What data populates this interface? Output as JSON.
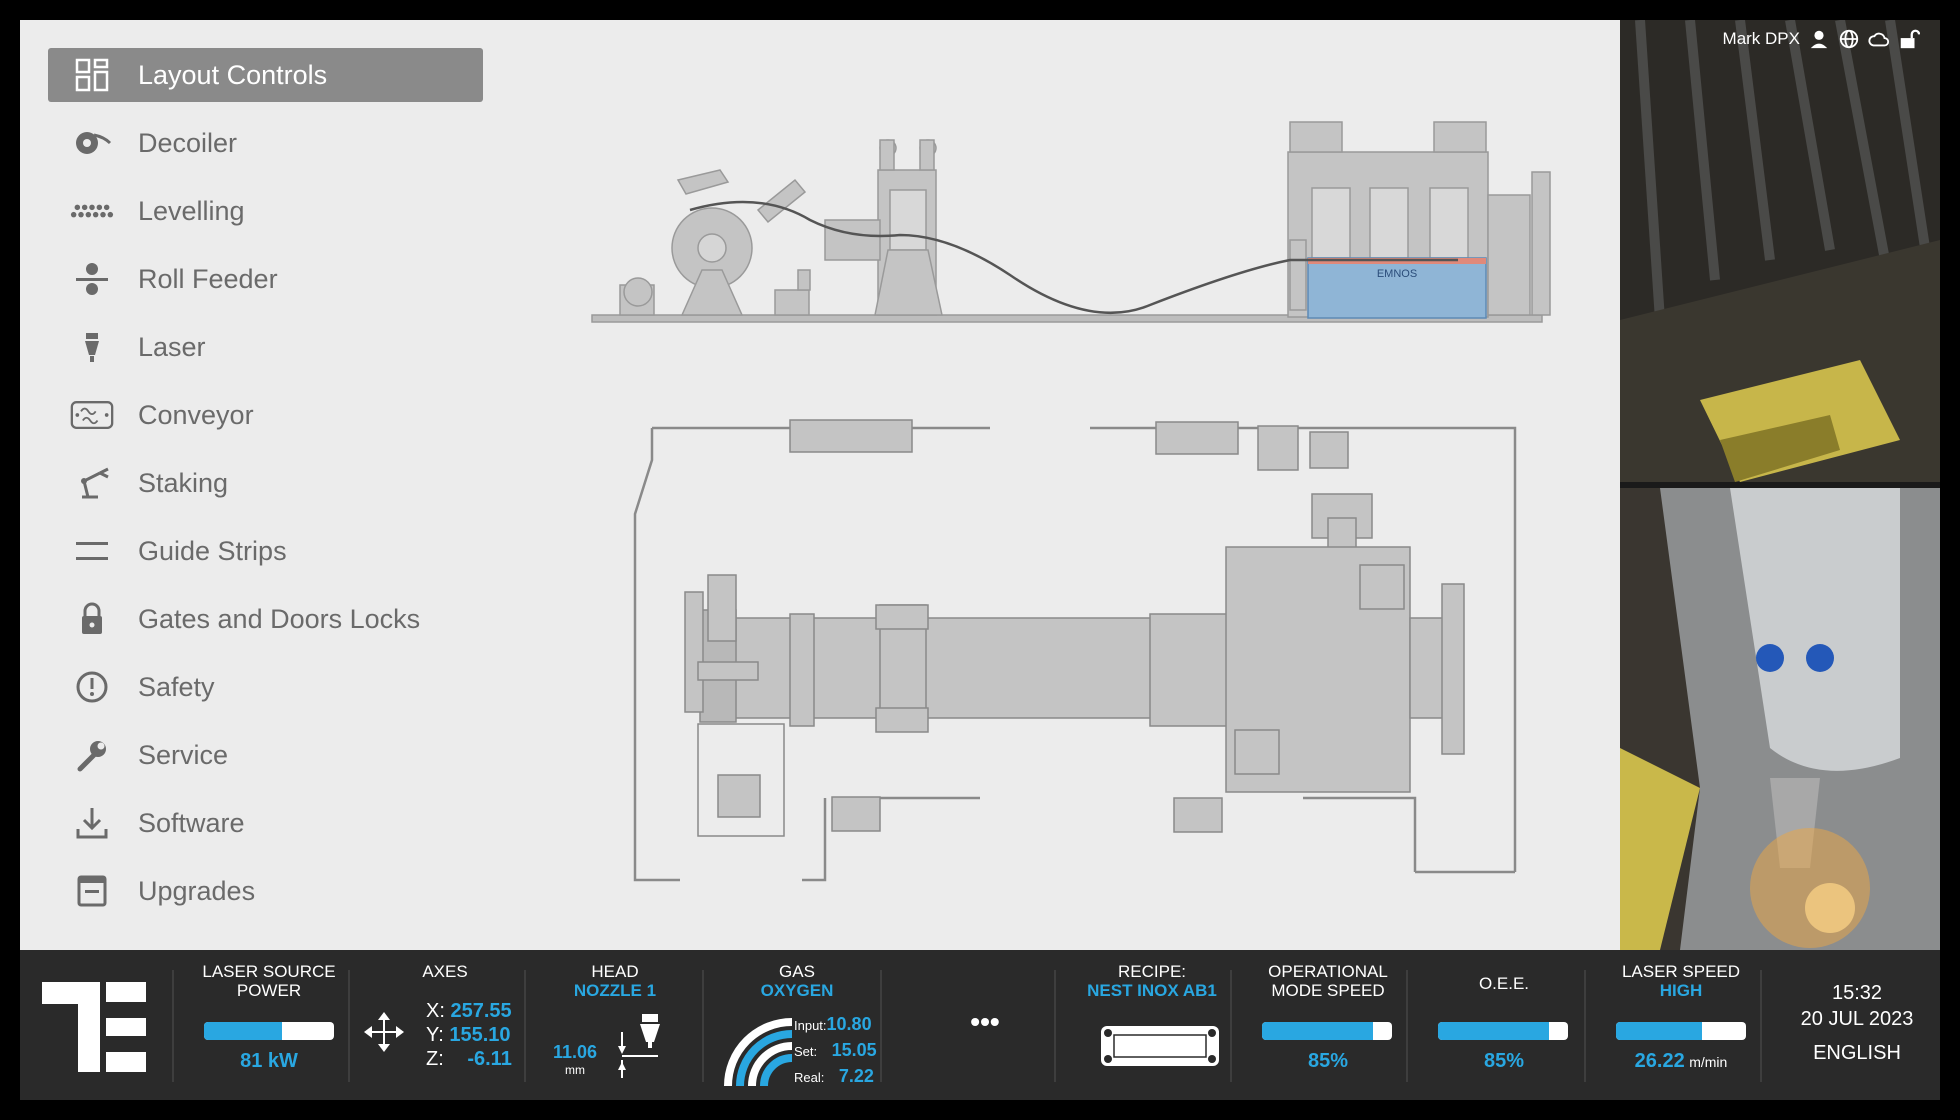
{
  "sidebar": {
    "items": [
      {
        "label": "Layout Controls",
        "icon": "grid-icon",
        "active": true
      },
      {
        "label": "Decoiler",
        "icon": "decoiler-icon"
      },
      {
        "label": "Levelling",
        "icon": "levelling-icon"
      },
      {
        "label": "Roll Feeder",
        "icon": "roll-feeder-icon"
      },
      {
        "label": "Laser",
        "icon": "laser-icon"
      },
      {
        "label": "Conveyor",
        "icon": "conveyor-icon"
      },
      {
        "label": "Staking",
        "icon": "robot-arm-icon"
      },
      {
        "label": "Guide Strips",
        "icon": "guide-strips-icon"
      },
      {
        "label": "Gates and Doors Locks",
        "icon": "lock-icon"
      },
      {
        "label": "Safety",
        "icon": "alert-icon"
      },
      {
        "label": "Service",
        "icon": "wrench-icon"
      },
      {
        "label": "Software",
        "icon": "download-icon"
      },
      {
        "label": "Upgrades",
        "icon": "upgrade-icon"
      }
    ]
  },
  "schematic": {
    "brand_text": "EMNOS"
  },
  "header": {
    "user": "Mark DPX"
  },
  "status": {
    "laser_source": {
      "title": "LASER SOURCE POWER",
      "value": "81 kW",
      "level": 0.6
    },
    "axes": {
      "title": "AXES",
      "x_label": "X:",
      "x": "257.55",
      "y_label": "Y:",
      "y": "155.10",
      "z_label": "Z:",
      "z": "-6.11"
    },
    "head": {
      "title": "HEAD",
      "subtitle": "NOZZLE 1",
      "value": "11.06",
      "unit": "mm"
    },
    "gas": {
      "title": "GAS",
      "subtitle": "OXYGEN",
      "input_label": "Input:",
      "input": "10.80",
      "set_label": "Set:",
      "set": "15.05",
      "real_label": "Real:",
      "real": "7.22"
    },
    "more": {
      "label": "•••"
    },
    "recipe": {
      "title": "RECIPE:",
      "subtitle": "NEST INOX AB1"
    },
    "op_speed": {
      "title": "OPERATIONAL MODE SPEED",
      "value": "85%",
      "level": 0.85
    },
    "oee": {
      "title": "O.E.E.",
      "value": "85%",
      "level": 0.85
    },
    "laser_speed": {
      "title": "LASER SPEED",
      "subtitle": "HIGH",
      "value": "26.22",
      "unit": "m/min",
      "level": 0.66
    },
    "clock": {
      "time": "15:32",
      "date": "20 JUL 2023",
      "language": "ENGLISH"
    }
  },
  "colors": {
    "accent": "#29a7e1",
    "bar_bg": "#2a2a2a",
    "panel_bg": "#ececec"
  }
}
